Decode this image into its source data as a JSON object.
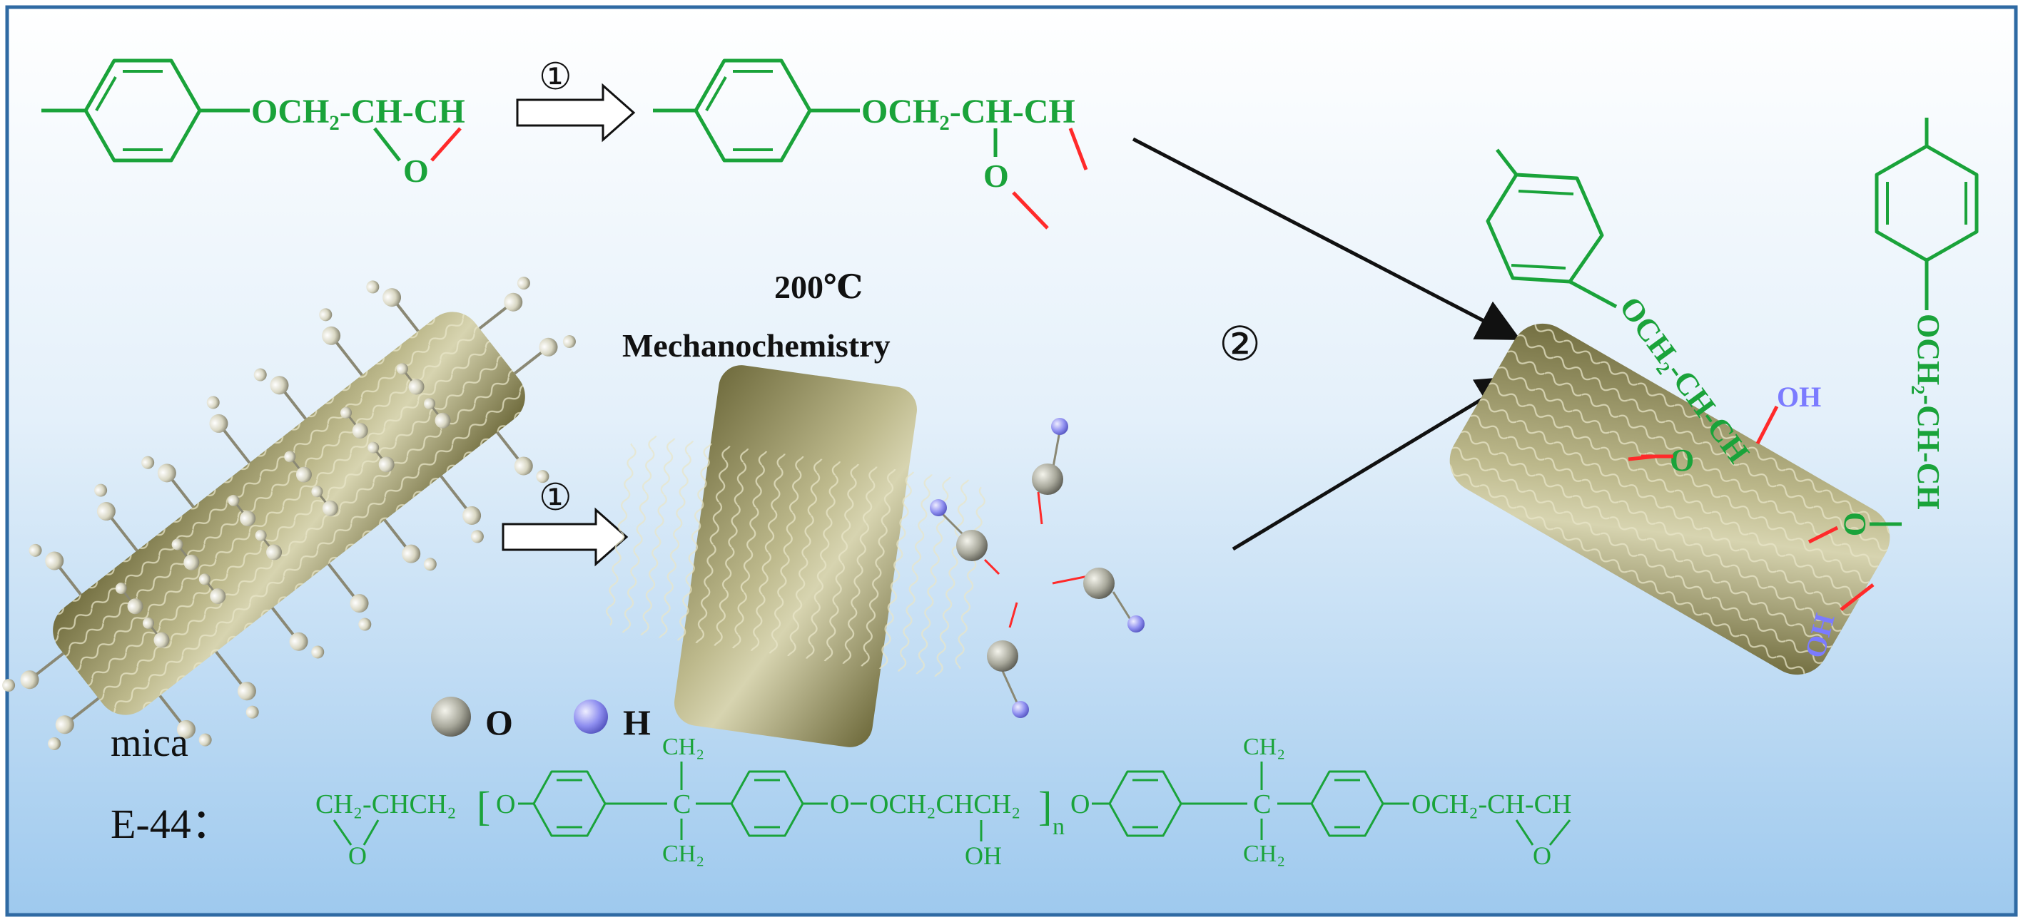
{
  "steps": {
    "step1": "①",
    "step2": "②"
  },
  "conditions": {
    "temperature": "200℃",
    "method": "Mechanochemistry"
  },
  "chemistry": {
    "epoxide_chain": "OCH₂-CH-CH",
    "epoxide_oxygen": "O",
    "opened_chain": "OCH₂-CH-CH",
    "opened_oxygen": "O",
    "product_chain_left": "OCH₂-CH-CH",
    "product_oxygen_left": "O",
    "product_oh_left": "OH",
    "product_chain_right": "OCH₂-CH-CH",
    "product_oxygen_right": "O",
    "product_oh_right": "OH"
  },
  "legend": {
    "o_label": "O",
    "h_label": "H",
    "mica_label": "mica"
  },
  "e44": {
    "label": "E-44：",
    "end_group_left": "CH₂-CHCH₂",
    "epoxy_o_left": "O",
    "bracket_open": "[",
    "o1": "O",
    "ch3_top_1": "CH₂",
    "c1": "C",
    "ch3_bot_1": "CH₂",
    "o_link": "O",
    "middle_chain": "OCH₂CHCH₂",
    "oh": "OH",
    "bracket_close": "]",
    "n": "n",
    "o2": "O",
    "ch3_top_2": "CH₂",
    "c2": "C",
    "ch3_bot_2": "CH₂",
    "end_group_right": "OCH₂-CH-CH",
    "epoxy_o_right": "O"
  },
  "colors": {
    "bond_green": "#1aa33a",
    "red_bond": "#ff2a2a",
    "mica_body": "#8f8a55",
    "h_atom": "#8f8ff0",
    "o_atom": "#a7a79a",
    "border": "#2f6aa3"
  }
}
